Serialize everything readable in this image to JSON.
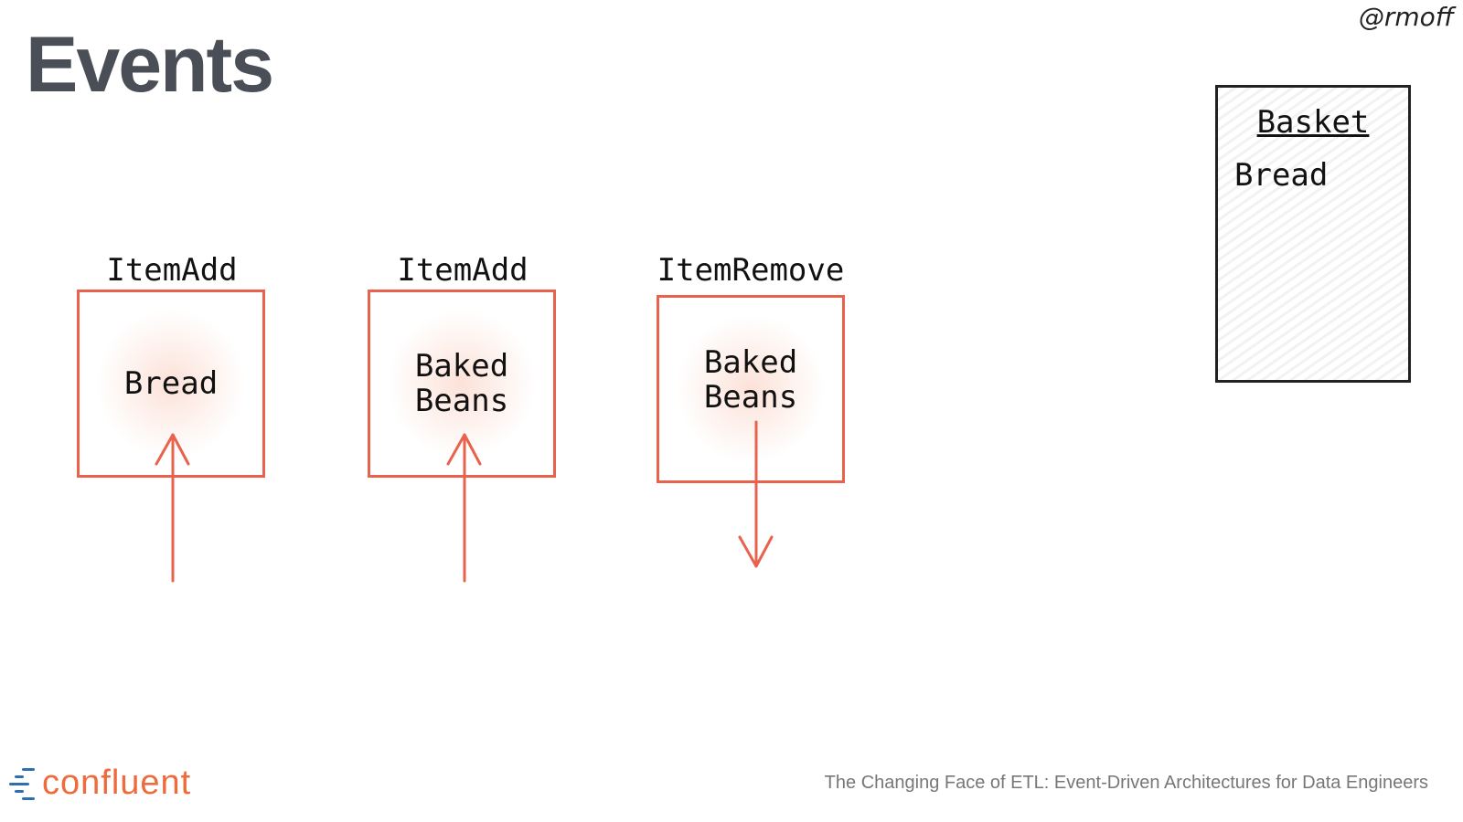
{
  "slide": {
    "title": "Events",
    "handle": "@rmoff"
  },
  "events": [
    {
      "type": "ItemAdd",
      "item_lines": [
        "Bread"
      ],
      "direction": "in"
    },
    {
      "type": "ItemAdd",
      "item_lines": [
        "Baked",
        "Beans"
      ],
      "direction": "in"
    },
    {
      "type": "ItemRemove",
      "item_lines": [
        "Baked",
        "Beans"
      ],
      "direction": "out"
    }
  ],
  "basket": {
    "title": "Basket",
    "items": [
      "Bread"
    ]
  },
  "footer": {
    "logo_text": "confluent",
    "talk_title": "The Changing Face of ETL: Event-Driven Architectures for Data Engineers"
  },
  "colors": {
    "accent": "#e9624d",
    "title": "#4a4f57",
    "logo_orange": "#ee6b3b",
    "logo_blue": "#2d6fb0"
  }
}
